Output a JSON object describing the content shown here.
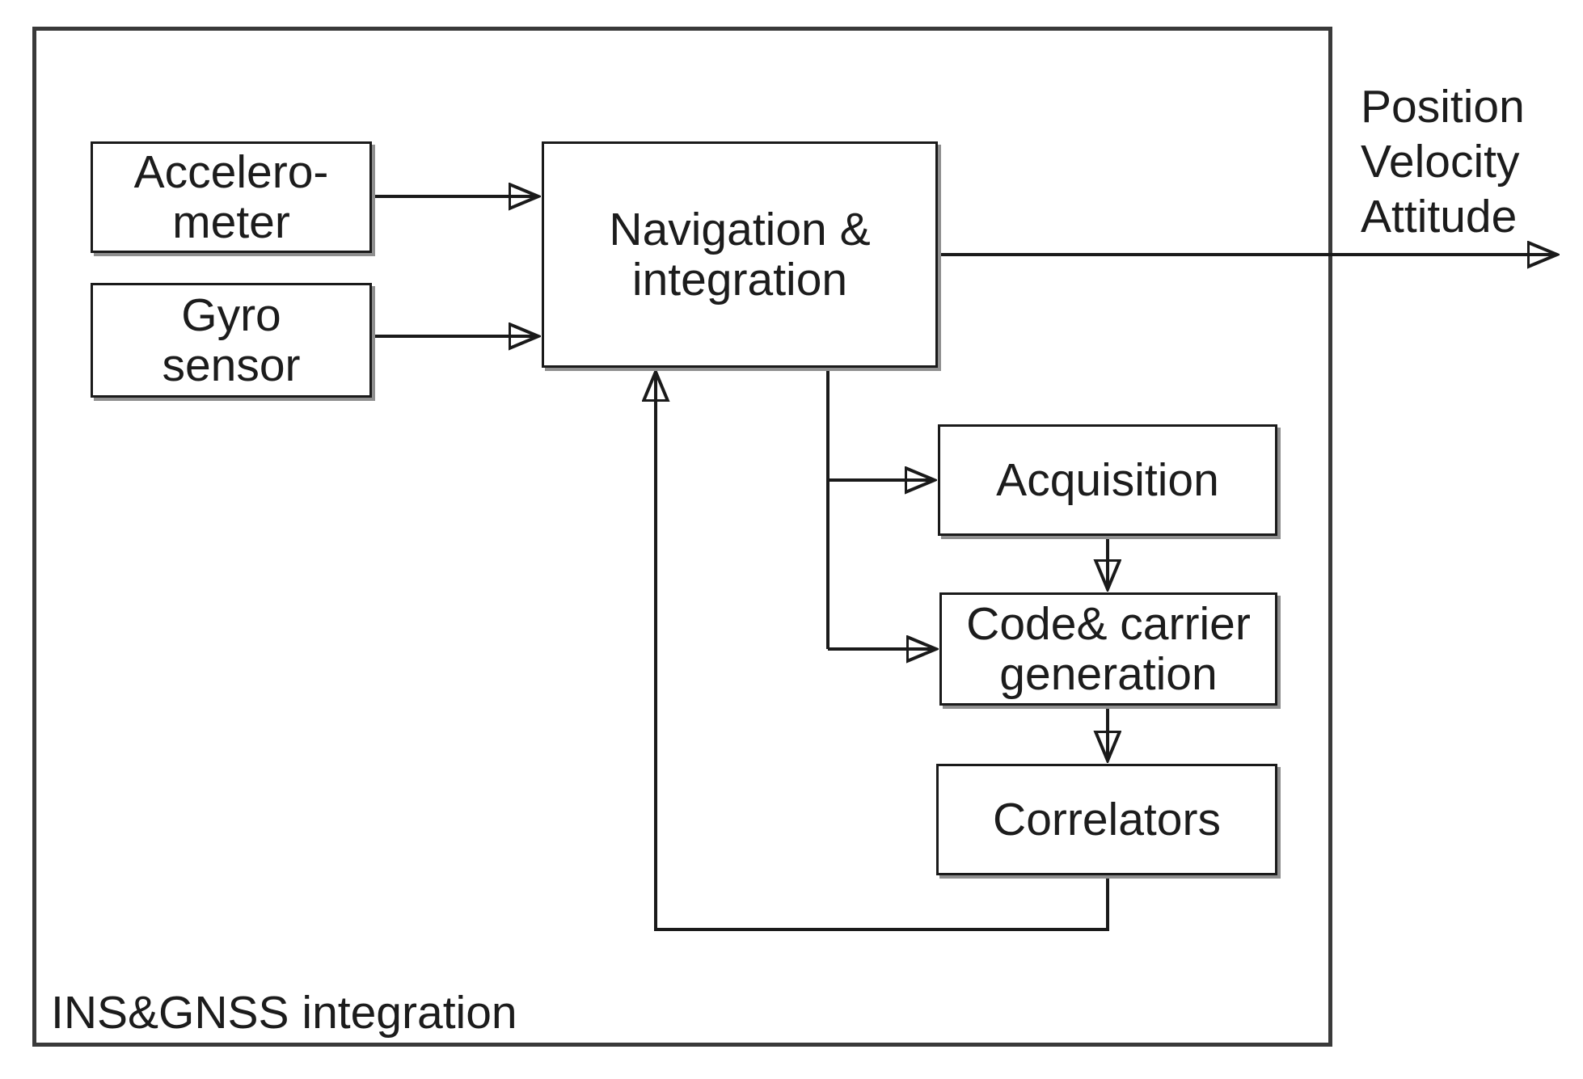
{
  "diagram": {
    "title": "INS&GNSS integration",
    "nodes": {
      "accelerometer": {
        "label": "Accelero-\nmeter"
      },
      "gyro_sensor": {
        "label": "Gyro\nsensor"
      },
      "navigation": {
        "label": "Navigation &\nintegration"
      },
      "acquisition": {
        "label": "Acquisition"
      },
      "code_carrier": {
        "label": "Code& carrier\ngeneration"
      },
      "correlators": {
        "label": "Correlators"
      }
    },
    "output_label": "Position\nVelocity\nAttitude",
    "edges": [
      {
        "from": "accelerometer",
        "to": "navigation",
        "style": "arrow"
      },
      {
        "from": "gyro_sensor",
        "to": "navigation",
        "style": "arrow"
      },
      {
        "from": "navigation",
        "to": "acquisition",
        "style": "arrow"
      },
      {
        "from": "navigation",
        "to": "code_carrier",
        "style": "arrow"
      },
      {
        "from": "acquisition",
        "to": "code_carrier",
        "style": "arrow"
      },
      {
        "from": "code_carrier",
        "to": "correlators",
        "style": "arrow"
      },
      {
        "from": "correlators",
        "to": "navigation",
        "style": "feedback-arrow"
      },
      {
        "from": "navigation",
        "to": "position-velocity-attitude-output",
        "style": "arrow"
      }
    ],
    "colors": {
      "line": "#1a1a1a",
      "box_border": "#1a1a1a",
      "box_shadow": "#8f8f8f",
      "outer_border": "#3a3a3a",
      "text": "#1c1c1c",
      "background": "#ffffff"
    }
  }
}
